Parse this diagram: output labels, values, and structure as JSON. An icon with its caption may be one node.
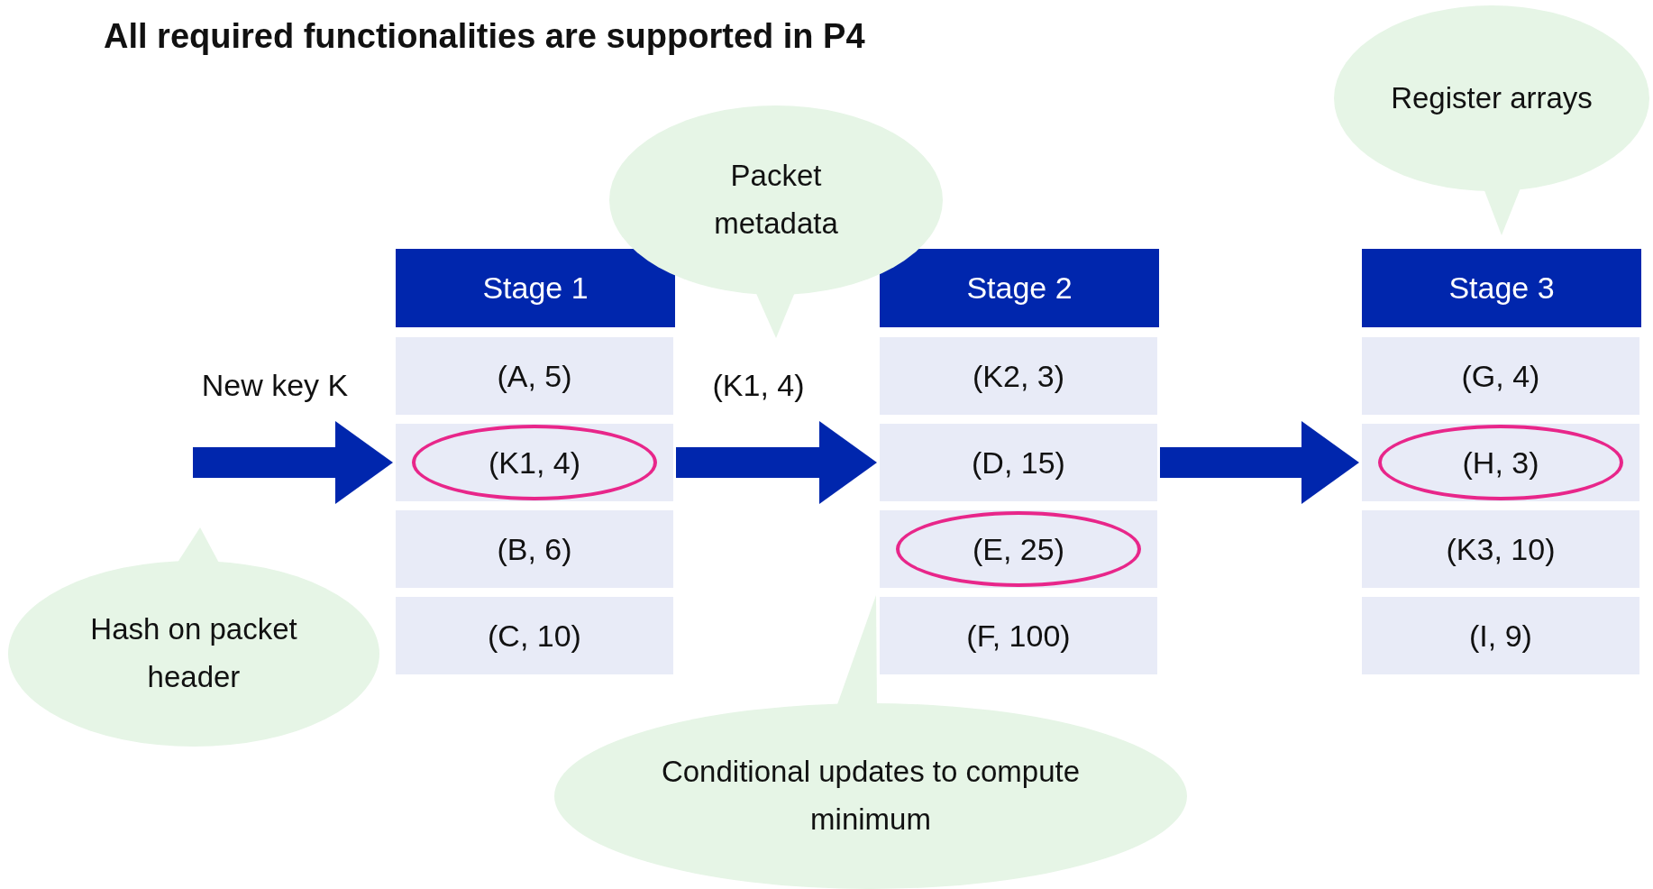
{
  "diagram": {
    "title": "All required functionalities are supported in P4",
    "nodes": [
      {
        "text": [
          "Stage 1"
        ]
      },
      {
        "text": [
          "(A, 5)"
        ]
      },
      {
        "text": [],
        "shape": "box"
      },
      {
        "text": [
          "(K1, 4)"
        ],
        "in": 2
      },
      {
        "text": [
          "(B, 6)"
        ]
      },
      {
        "text": [
          "(C, 10)"
        ]
      },
      {
        "text": [
          "Stage 2"
        ]
      },
      {
        "text": [
          "(K2, 3)"
        ]
      },
      {
        "text": [
          "(D, 15)"
        ]
      },
      {
        "text": [],
        "shape": "box"
      },
      {
        "text": [
          "(E, 25)"
        ],
        "in": 9
      },
      {
        "text": [
          "(F, 100)"
        ]
      },
      {
        "text": [
          "Stage 3"
        ]
      },
      {
        "text": [
          "(G, 4)"
        ]
      },
      {
        "text": [],
        "shape": "box"
      },
      {
        "text": [
          "(H, 3)"
        ],
        "in": 14
      },
      {
        "text": [
          "(K3, 10)"
        ]
      },
      {
        "text": [
          "(I, 9)"
        ]
      },
      {
        "text": [
          "Hash on packet header"
        ]
      },
      {
        "text": [
          "Packet metadata"
        ]
      },
      {
        "text": [
          "Register arrays"
        ]
      },
      {
        "text": [
          "Conditional updates to compute minimum"
        ]
      }
    ],
    "edges": [
      {
        "from": null,
        "to": 2,
        "arrow": "to",
        "label": "New key K"
      },
      {
        "from": 2,
        "to": 8,
        "arrow": "to",
        "label": "(K1, 4)"
      },
      {
        "from": 8,
        "to": 14,
        "arrow": "to"
      }
    ]
  }
}
